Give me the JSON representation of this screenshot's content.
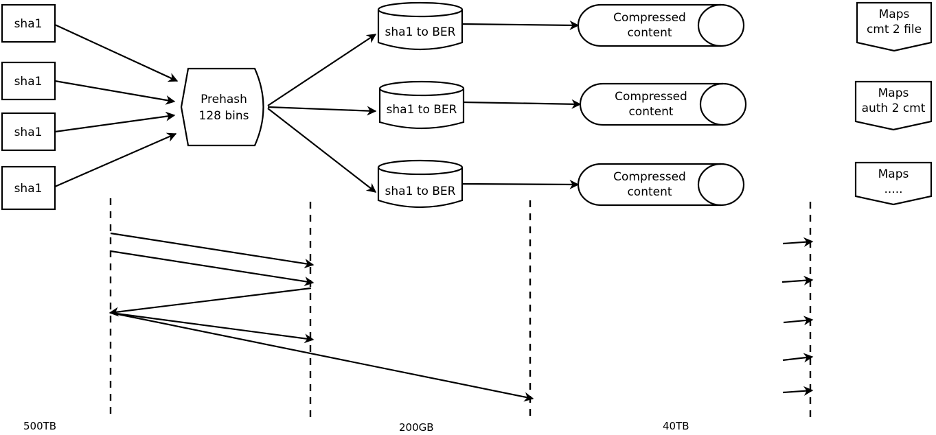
{
  "sha_inputs": [
    "sha1",
    "sha1",
    "sha1",
    "sha1"
  ],
  "prehash": {
    "line1": "Prehash",
    "line2": "128 bins"
  },
  "ber_stores": [
    "sha1 to BER",
    "sha1 to BER",
    "sha1 to BER"
  ],
  "content_stores": [
    {
      "line1": "Compressed",
      "line2": "content"
    },
    {
      "line1": "Compressed",
      "line2": "content"
    },
    {
      "line1": "Compressed",
      "line2": "content"
    }
  ],
  "maps": [
    {
      "line1": "Maps",
      "line2": "cmt 2 file"
    },
    {
      "line1": "Maps",
      "line2": "auth 2 cmt"
    },
    {
      "line1": "Maps",
      "line2": "....."
    }
  ],
  "tier_labels": [
    "500TB",
    "200GB",
    "40TB"
  ]
}
